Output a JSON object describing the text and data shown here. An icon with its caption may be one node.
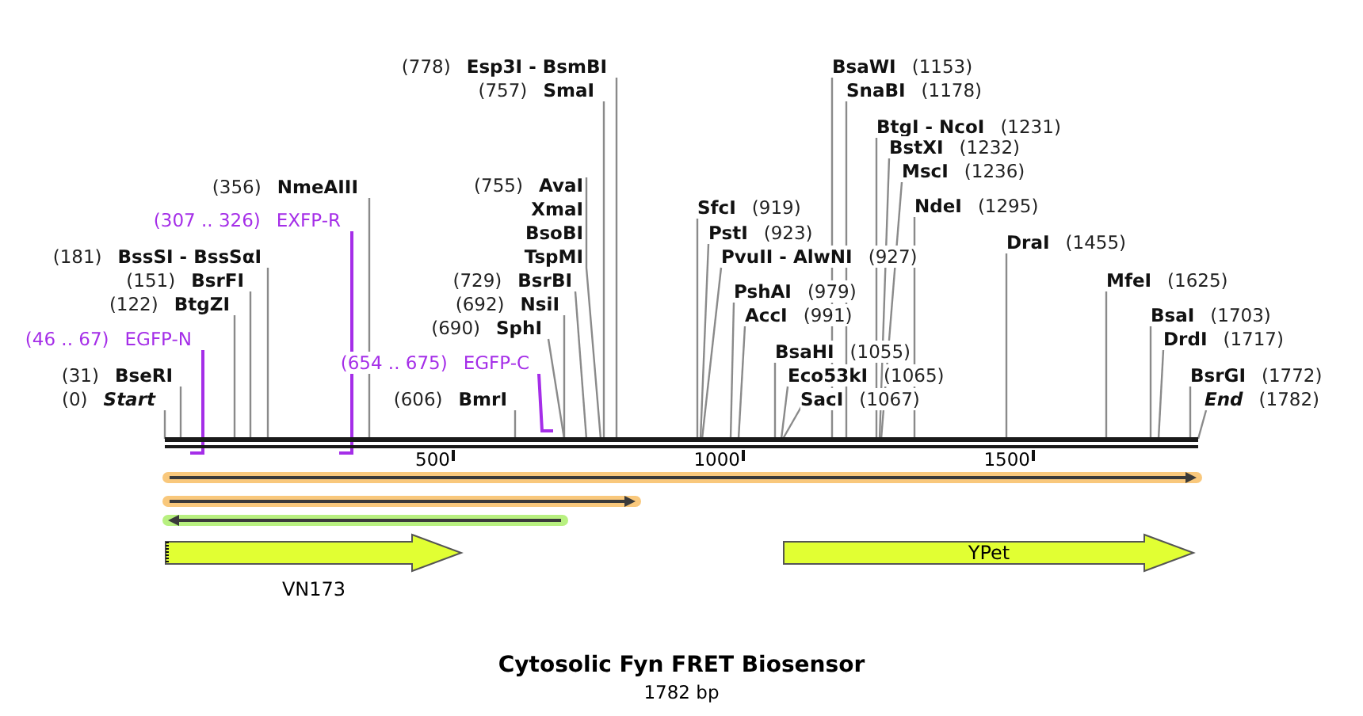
{
  "diagram": {
    "title": "Cytosolic Fyn FRET Biosensor",
    "caption": "1782 bp",
    "nodes": [
      {
        "text": [
          "(778)",
          "Esp3I - BsmBI"
        ]
      },
      {
        "text": [
          "BsaWI",
          "(1153)"
        ]
      },
      {
        "text": [
          "(757)",
          "SmaI"
        ]
      },
      {
        "text": [
          "SnaBI",
          "(1178)"
        ]
      },
      {
        "text": [
          "BtgI - NcoI",
          "(1231)"
        ]
      },
      {
        "text": [
          "BstXI",
          "(1232)"
        ]
      },
      {
        "text": [
          "MscI",
          "(1236)"
        ]
      },
      {
        "text": [
          "(755)",
          "AvaI"
        ]
      },
      {
        "text": [
          "(356)",
          "NmeAIII"
        ]
      },
      {
        "text": [
          "NdeI",
          "(1295)"
        ]
      },
      {
        "text": [
          "SfcI",
          "(919)"
        ]
      },
      {
        "text": [
          "XmaI"
        ]
      },
      {
        "text": [
          "(307 .. 326)",
          "EXFP-R"
        ]
      },
      {
        "text": [
          "BsoBI"
        ]
      },
      {
        "text": [
          "PstI",
          "(923)"
        ]
      },
      {
        "text": [
          "DraI",
          "(1455)"
        ]
      },
      {
        "text": [
          "(181)",
          "BssSI - BssSαI"
        ]
      },
      {
        "text": [
          "TspMI"
        ]
      },
      {
        "text": [
          "PvuII - AlwNI",
          "(927)"
        ]
      },
      {
        "text": [
          "(151)",
          "BsrFI"
        ]
      },
      {
        "text": [
          "(729)",
          "BsrBI"
        ]
      },
      {
        "text": [
          "MfeI",
          "(1625)"
        ]
      },
      {
        "text": [
          "(122)",
          "BtgZI"
        ]
      },
      {
        "text": [
          "(692)",
          "NsiI"
        ]
      },
      {
        "text": [
          "PshAI",
          "(979)"
        ]
      },
      {
        "text": [
          "BsaI",
          "(1703)"
        ]
      },
      {
        "text": [
          "AccI",
          "(991)"
        ]
      },
      {
        "text": [
          "(690)",
          "SphI"
        ]
      },
      {
        "text": [
          "DrdI",
          "(1717)"
        ]
      },
      {
        "text": [
          "(46 .. 67)",
          "EGFP-N"
        ]
      },
      {
        "text": [
          "BsaHI",
          "(1055)"
        ]
      },
      {
        "text": [
          "(654 .. 675)",
          "EGFP-C"
        ]
      },
      {
        "text": [
          "(31)",
          "BseRI"
        ]
      },
      {
        "text": [
          "Eco53kI",
          "(1065)"
        ]
      },
      {
        "text": [
          "BsrGI",
          "(1772)"
        ]
      },
      {
        "text": [
          "(0)",
          "Start"
        ]
      },
      {
        "text": [
          "(606)",
          "BmrI"
        ]
      },
      {
        "text": [
          "SacI",
          "(1067)"
        ]
      },
      {
        "text": [
          "End",
          "(1782)"
        ]
      },
      {
        "text": [],
        "shape": "bar"
      },
      {
        "text": [],
        "shape": "arrow"
      },
      {
        "text": [],
        "shape": "arrow"
      },
      {
        "text": [],
        "shape": "arrow"
      },
      {
        "text": [
          "VN173"
        ]
      },
      {
        "text": [
          "YPet"
        ]
      }
    ],
    "edges": [
      {
        "from": 0,
        "to": 39,
        "arrow": "none"
      },
      {
        "from": 1,
        "to": 39,
        "arrow": "none"
      },
      {
        "from": 2,
        "to": 39,
        "arrow": "none"
      },
      {
        "from": 3,
        "to": 39,
        "arrow": "none"
      },
      {
        "from": 4,
        "to": 39,
        "arrow": "none"
      },
      {
        "from": 5,
        "to": 39,
        "arrow": "none"
      },
      {
        "from": 6,
        "to": 39,
        "arrow": "none"
      },
      {
        "from": 7,
        "to": 39,
        "arrow": "none"
      },
      {
        "from": 8,
        "to": 39,
        "arrow": "none"
      },
      {
        "from": 9,
        "to": 39,
        "arrow": "none"
      },
      {
        "from": 10,
        "to": 39,
        "arrow": "none"
      },
      {
        "from": 11,
        "to": 39,
        "arrow": "none"
      },
      {
        "from": 12,
        "to": 39,
        "arrow": "none",
        "color": "#a52ee8"
      },
      {
        "from": 13,
        "to": 39,
        "arrow": "none"
      },
      {
        "from": 14,
        "to": 39,
        "arrow": "none"
      },
      {
        "from": 15,
        "to": 39,
        "arrow": "none"
      },
      {
        "from": 16,
        "to": 39,
        "arrow": "none"
      },
      {
        "from": 17,
        "to": 39,
        "arrow": "none"
      },
      {
        "from": 18,
        "to": 39,
        "arrow": "none"
      },
      {
        "from": 19,
        "to": 39,
        "arrow": "none"
      },
      {
        "from": 20,
        "to": 39,
        "arrow": "none"
      },
      {
        "from": 21,
        "to": 39,
        "arrow": "none"
      },
      {
        "from": 22,
        "to": 39,
        "arrow": "none"
      },
      {
        "from": 23,
        "to": 39,
        "arrow": "none"
      },
      {
        "from": 24,
        "to": 39,
        "arrow": "none"
      },
      {
        "from": 25,
        "to": 39,
        "arrow": "none"
      },
      {
        "from": 26,
        "to": 39,
        "arrow": "none"
      },
      {
        "from": 27,
        "to": 39,
        "arrow": "none"
      },
      {
        "from": 28,
        "to": 39,
        "arrow": "none"
      },
      {
        "from": 29,
        "to": 39,
        "arrow": "none",
        "color": "#a52ee8"
      },
      {
        "from": 30,
        "to": 39,
        "arrow": "none"
      },
      {
        "from": 31,
        "to": 39,
        "arrow": "none",
        "color": "#a52ee8"
      },
      {
        "from": 32,
        "to": 39,
        "arrow": "none"
      },
      {
        "from": 33,
        "to": 39,
        "arrow": "none"
      },
      {
        "from": 34,
        "to": 39,
        "arrow": "none"
      },
      {
        "from": 35,
        "to": 39,
        "arrow": "none"
      },
      {
        "from": 36,
        "to": 39,
        "arrow": "none"
      },
      {
        "from": 37,
        "to": 39,
        "arrow": "none"
      },
      {
        "from": 38,
        "to": 39,
        "arrow": "none"
      }
    ],
    "labels": [
      "500",
      "1000",
      "1500"
    ]
  }
}
